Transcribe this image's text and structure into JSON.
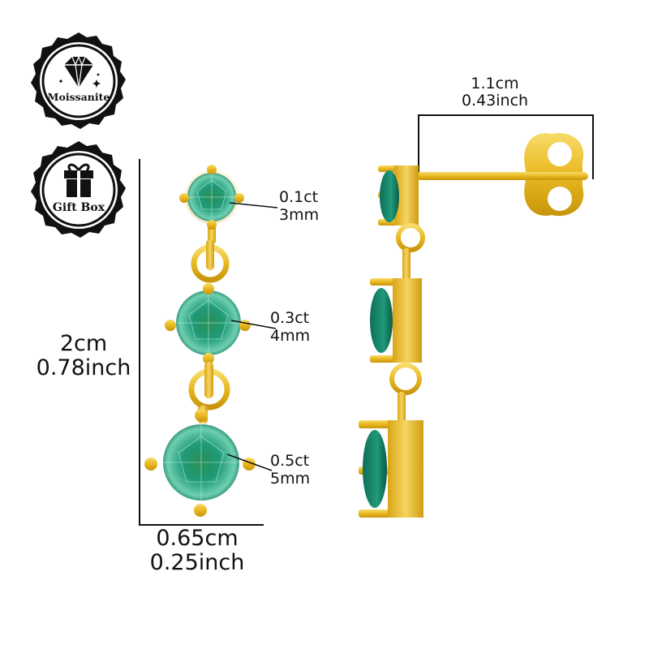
{
  "badges": [
    {
      "label": "Moissanite",
      "icon": "diamond-icon"
    },
    {
      "label": "Gift Box",
      "icon": "gift-box-icon"
    }
  ],
  "front_view": {
    "height_dim": {
      "cm": "2cm",
      "inch": "0.78inch"
    },
    "width_dim": {
      "cm": "0.65cm",
      "inch": "0.25inch"
    },
    "stones": [
      {
        "carat": "0.1ct",
        "size": "3mm"
      },
      {
        "carat": "0.3ct",
        "size": "4mm"
      },
      {
        "carat": "0.5ct",
        "size": "5mm"
      }
    ]
  },
  "side_view": {
    "post_length_dim": {
      "cm": "1.1cm",
      "inch": "0.43inch"
    }
  },
  "colors": {
    "gold": "#e8b820",
    "gold_dark": "#c8950c",
    "gold_light": "#f7dc6a",
    "stone": "#1f9a78",
    "stone_dark": "#0e6e5a",
    "stone_light": "#6fd0b0",
    "ink": "#111111"
  }
}
